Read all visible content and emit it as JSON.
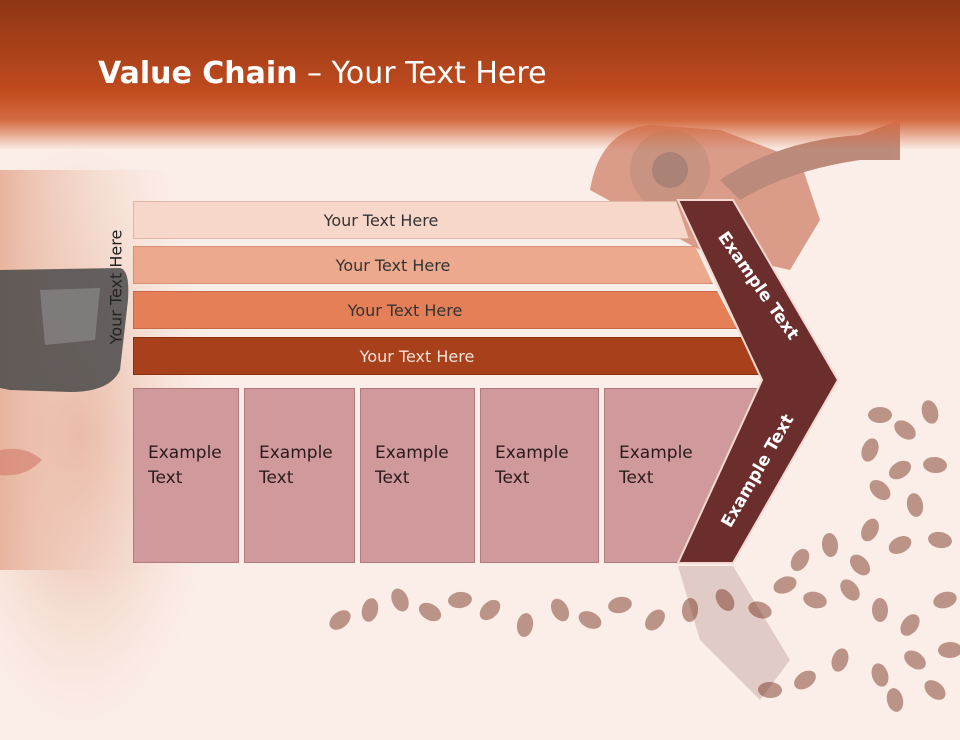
{
  "header": {
    "title_bold": "Value Chain",
    "title_rest": " – Your Text Here"
  },
  "side_label": "Your Text Here",
  "bands": [
    {
      "label": "Your Text Here",
      "color": "#f8d7cb"
    },
    {
      "label": "Your Text Here",
      "color": "#eda98d"
    },
    {
      "label": "Your Text Here",
      "color": "#e57f58"
    },
    {
      "label": "Your Text Here",
      "color": "#a8401b"
    }
  ],
  "cells": [
    {
      "line1": "Example",
      "line2": "Text"
    },
    {
      "line1": "Example",
      "line2": "Text"
    },
    {
      "line1": "Example",
      "line2": "Text"
    },
    {
      "line1": "Example",
      "line2": "Text"
    },
    {
      "line1": "Example",
      "line2": "Text"
    }
  ],
  "chevron": {
    "upper_label": "Example Text",
    "lower_label": "Example Text",
    "color": "#6b2e2c"
  },
  "colors": {
    "header": "#bf4a1e",
    "cell_fill": "#d09a9c",
    "background": "#fbeee8"
  }
}
